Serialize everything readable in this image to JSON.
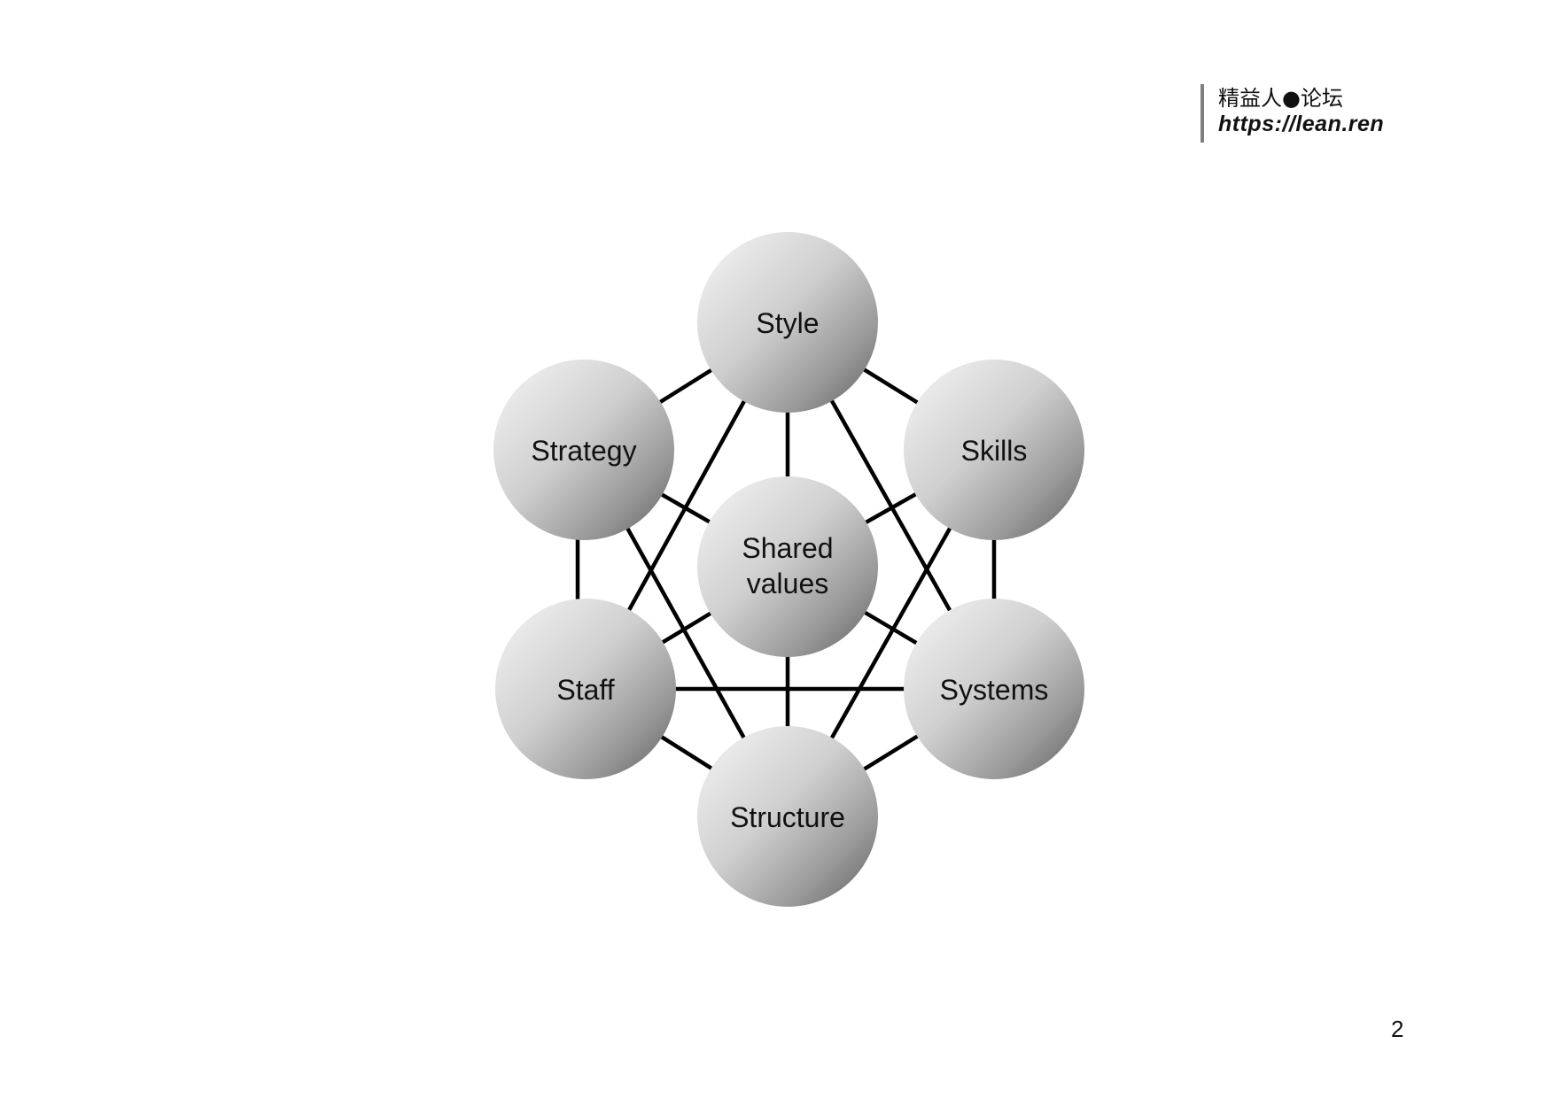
{
  "header": {
    "logo_cn": "精益人●论坛",
    "logo_url": "https://lean.ren"
  },
  "diagram": {
    "nodes": {
      "style": "Style",
      "strategy": "Strategy",
      "skills": "Skills",
      "shared_values_line1": "Shared",
      "shared_values_line2": "values",
      "staff": "Staff",
      "systems": "Systems",
      "structure": "Structure"
    }
  },
  "footer": {
    "page_number": "2"
  },
  "colors": {
    "line": "#000000",
    "sphere_light": "#f4f4f4",
    "sphere_dark": "#6a6a6a"
  }
}
